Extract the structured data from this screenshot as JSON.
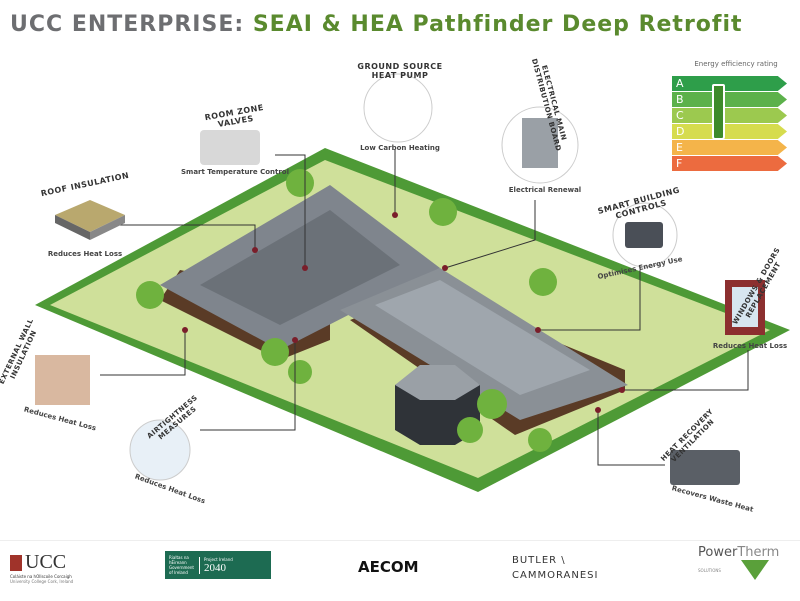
{
  "title": {
    "prefix": "UCC ENTERPRISE:",
    "main": "SEAI & HEA Pathfinder Deep Retrofit"
  },
  "energy_rating": {
    "caption": "Energy efficiency rating",
    "bands": [
      {
        "label": "A",
        "color": "#2e9e4a"
      },
      {
        "label": "B",
        "color": "#5cb14b"
      },
      {
        "label": "C",
        "color": "#9cc94f"
      },
      {
        "label": "D",
        "color": "#d6dc4e"
      },
      {
        "label": "E",
        "color": "#f4b44a"
      },
      {
        "label": "F",
        "color": "#ec6b3f"
      }
    ],
    "arrow_to": "A"
  },
  "measures": [
    {
      "title": "Room Zone Valves",
      "subtitle": "Smart Temperature Control",
      "icon": "valve-icon"
    },
    {
      "title": "Ground Source Heat Pump",
      "subtitle": "Low Carbon Heating",
      "icon": "heat-pump-icon"
    },
    {
      "title": "Electrical Main Distribution Board",
      "subtitle": "Electrical Renewal",
      "icon": "distribution-board-icon"
    },
    {
      "title": "Smart Building Controls",
      "subtitle": "Optimises Energy Use",
      "icon": "tablet-icon"
    },
    {
      "title": "Roof Insulation",
      "subtitle": "Reduces Heat Loss",
      "icon": "roof-insulation-icon"
    },
    {
      "title": "External Wall Insulation",
      "subtitle": "Reduces Heat Loss",
      "icon": "wall-insulation-icon"
    },
    {
      "title": "Airtightness Measures",
      "subtitle": "Reduces Heat Loss",
      "icon": "window-sealing-icon"
    },
    {
      "title": "Windows & Doors Replacement",
      "subtitle": "Reduces Heat Loss",
      "icon": "window-icon"
    },
    {
      "title": "Heat Recovery Ventilation",
      "subtitle": "Recovers Waste Heat",
      "icon": "ventilation-unit-icon"
    }
  ],
  "logos": {
    "ucc": {
      "name": "UCC",
      "line1": "Coláiste na hOllscoile Corcaigh",
      "line2": "University College Cork, Ireland"
    },
    "gov": {
      "line1": "Rialtas na hÉireann",
      "line2": "Government of Ireland",
      "line3": "Project Ireland",
      "year": "2040"
    },
    "aecom": "AECOM",
    "butler": {
      "line1": "BUTLER \\",
      "line2": "CAMMORANESI"
    },
    "powertherm": {
      "name1": "Power",
      "name2": "Therm",
      "sub": "SOLUTIONS"
    }
  }
}
